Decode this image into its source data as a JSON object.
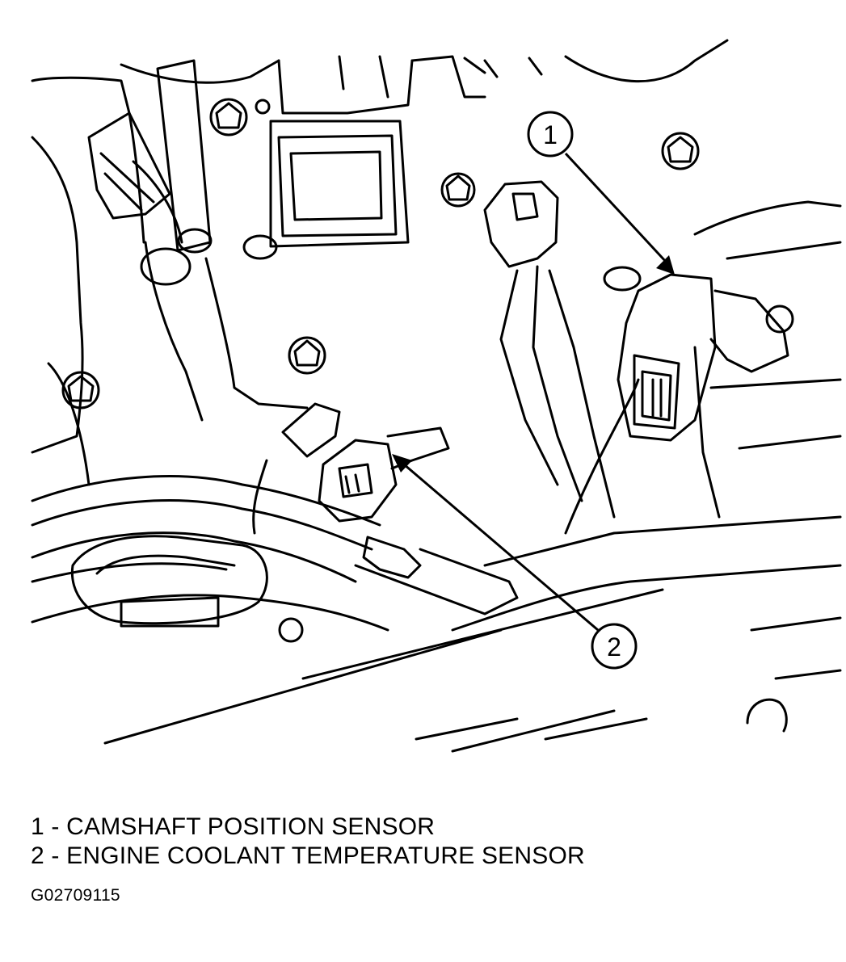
{
  "callouts": [
    {
      "number": "1"
    },
    {
      "number": "2"
    }
  ],
  "legend": [
    {
      "number": "1",
      "separator": "-",
      "label": "CAMSHAFT POSITION SENSOR",
      "text": "1 - CAMSHAFT POSITION SENSOR"
    },
    {
      "number": "2",
      "separator": "-",
      "label": "ENGINE COOLANT TEMPERATURE SENSOR",
      "text": "2 - ENGINE COOLANT TEMPERATURE SENSOR"
    }
  ],
  "figure_id": "G02709115",
  "colors": {
    "line": "#000000",
    "background": "#ffffff"
  }
}
